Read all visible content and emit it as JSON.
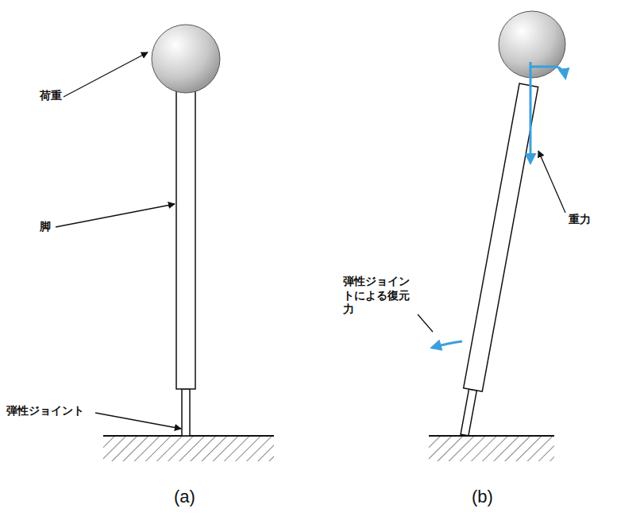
{
  "diagram": {
    "labels": [
      "荷重",
      "脚",
      "弾性ジョイント",
      "重力",
      "弾性ジョイントによる復元力",
      "(a)",
      "(b)"
    ]
  }
}
